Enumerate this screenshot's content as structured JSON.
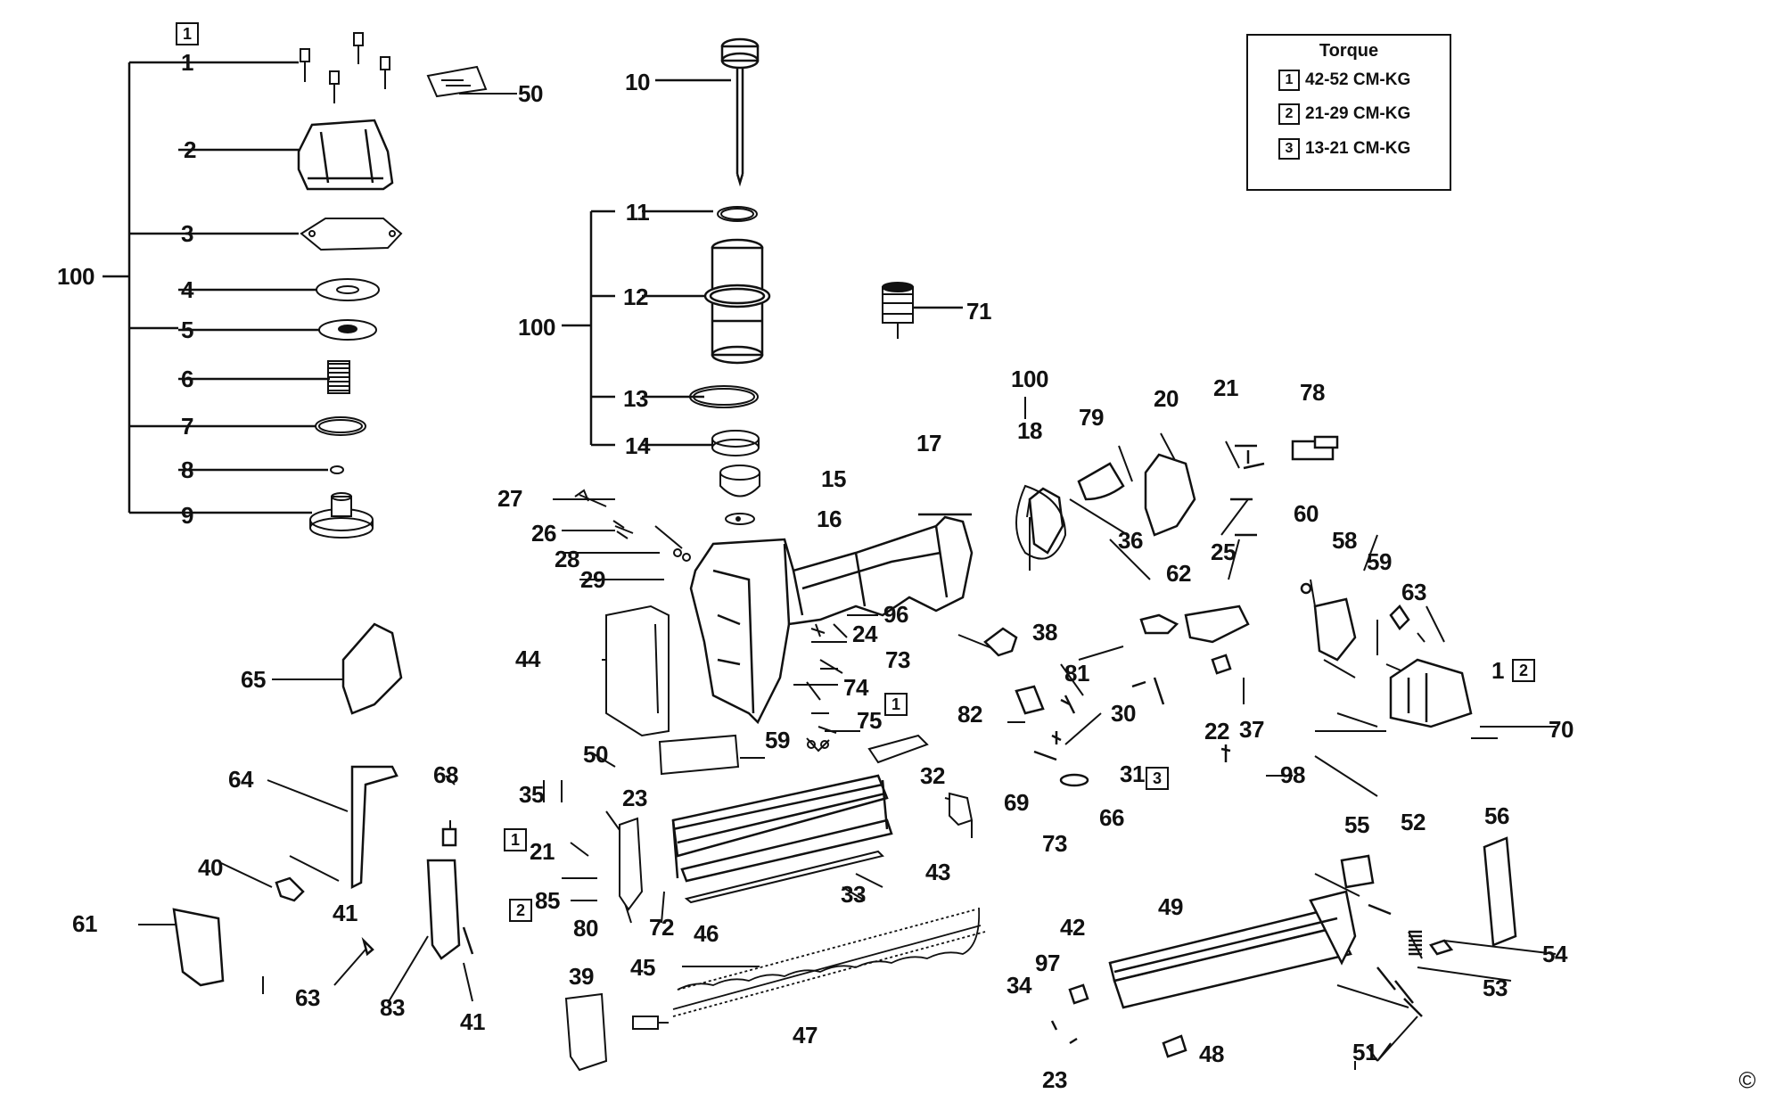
{
  "torque_table": {
    "title": "Torque",
    "rows": [
      {
        "box": "1",
        "value": "42-52 CM-KG"
      },
      {
        "box": "2",
        "value": "21-29 CM-KG"
      },
      {
        "box": "3",
        "value": "13-21 CM-KG"
      }
    ]
  },
  "copyright": "©",
  "callouts": {
    "c1": "1",
    "c2": "2",
    "c3": "3",
    "c4": "4",
    "c5": "5",
    "c6": "6",
    "c7": "7",
    "c8": "8",
    "c9": "9",
    "c100a": "100",
    "c50a": "50",
    "c1box": "1",
    "c10": "10",
    "c11": "11",
    "c12": "12",
    "c13": "13",
    "c14": "14",
    "c15": "15",
    "c16": "16",
    "c100b": "100",
    "c71": "71",
    "c17": "17",
    "c27": "27",
    "c26": "26",
    "c28": "28",
    "c29": "29",
    "c96": "96",
    "c24": "24",
    "c73a": "73",
    "c74": "74",
    "c75": "75",
    "c75box": "1",
    "c59a": "59",
    "c44": "44",
    "c50b": "50",
    "c100c": "100",
    "c18": "18",
    "c79": "79",
    "c20": "20",
    "c21a": "21",
    "c78": "78",
    "c36": "36",
    "c62": "62",
    "c25": "25",
    "c60": "60",
    "c58": "58",
    "c59b": "59",
    "c63a": "63",
    "c1b": "1",
    "c1bbox": "2",
    "c38": "38",
    "c81": "81",
    "c82": "82",
    "c30": "30",
    "c31": "31",
    "c31box": "3",
    "c22": "22",
    "c37": "37",
    "c66": "66",
    "c98": "98",
    "c70": "70",
    "c65": "65",
    "c64": "64",
    "c68": "68",
    "c40": "40",
    "c41a": "41",
    "c61": "61",
    "c63b": "63",
    "c83": "83",
    "c41b": "41",
    "c35": "35",
    "c23a": "23",
    "c21b": "21",
    "c21bbox": "1",
    "c85": "85",
    "c85box": "2",
    "c80": "80",
    "c72": "72",
    "c32": "32",
    "c69": "69",
    "c73b": "73",
    "c43": "43",
    "c33": "33",
    "c46": "46",
    "c47": "47",
    "c39": "39",
    "c45": "45",
    "c55": "55",
    "c52": "52",
    "c56": "56",
    "c49": "49",
    "c42": "42",
    "c97": "97",
    "c34": "34",
    "c23b": "23",
    "c48": "48",
    "c54": "54",
    "c53": "53",
    "c51": "51"
  }
}
